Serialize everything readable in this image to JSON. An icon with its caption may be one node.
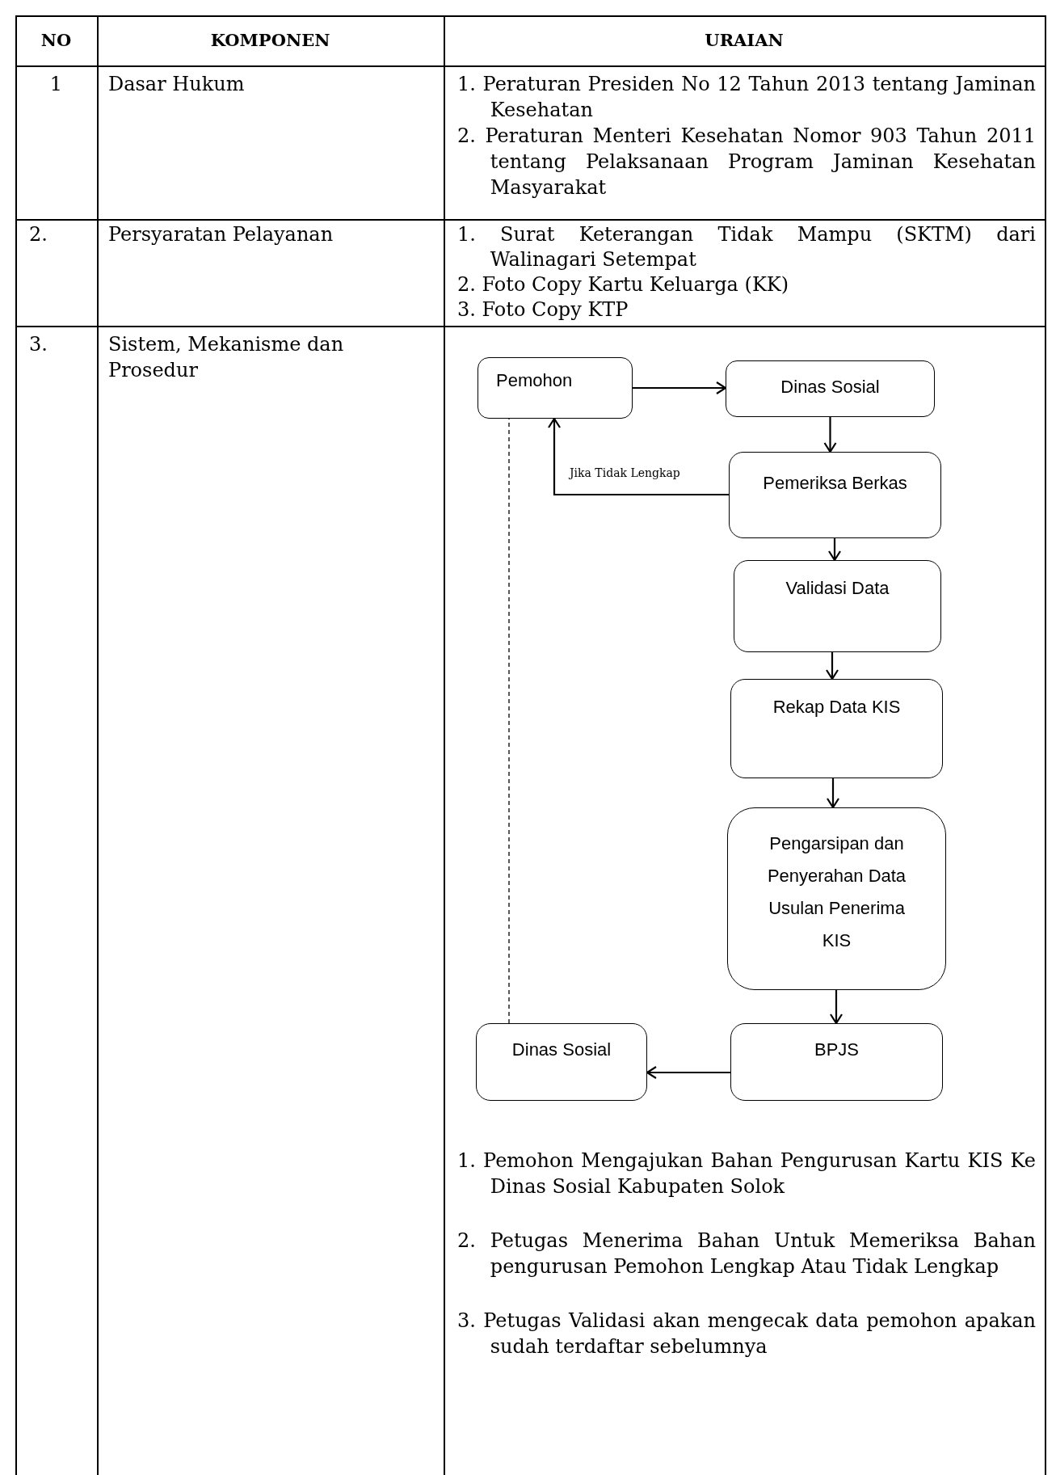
{
  "diagram": {
    "nodes": [
      {
        "text": [
          "Pemohon"
        ]
      },
      {
        "text": [
          "Dinas Sosial"
        ]
      },
      {
        "text": [
          "Pemeriksa Berkas"
        ]
      },
      {
        "text": [
          "Validasi Data"
        ]
      },
      {
        "text": [
          "Rekap Data KIS"
        ]
      },
      {
        "text": [
          "Pengarsipan dan Penyerahan Data Usulan Penerima KIS"
        ]
      },
      {
        "text": [
          "BPJS"
        ]
      },
      {
        "text": [
          "Dinas Sosial"
        ]
      }
    ],
    "edges": [
      {
        "from": 0,
        "to": 1,
        "arrow": "to"
      },
      {
        "from": 1,
        "to": 2,
        "arrow": "to"
      },
      {
        "from": 2,
        "to": 3,
        "arrow": "to"
      },
      {
        "from": 3,
        "to": 4,
        "arrow": "to"
      },
      {
        "from": 4,
        "to": 5,
        "arrow": "to"
      },
      {
        "from": 5,
        "to": 6,
        "arrow": "to"
      },
      {
        "from": 6,
        "to": 7,
        "arrow": "to"
      },
      {
        "from": 2,
        "to": 0,
        "arrow": "to",
        "label": "Jika Tidak Lengkap"
      },
      {
        "from": 7,
        "to": 0,
        "arrow": "none",
        "style": "dashed"
      }
    ],
    "labels": [
      "NO",
      "KOMPONEN",
      "URAIAN",
      "1",
      "Dasar Hukum",
      "1. Peraturan Presiden No 12 Tahun 2013 tentang Jaminan Kesehatan",
      "2. Peraturan Menteri Kesehatan Nomor 903 Tahun 2011 tentang Pelaksanaan Program Jaminan Kesehatan Masyarakat",
      "2.",
      "Persyaratan Pelayanan",
      "1. Surat Keterangan Tidak Mampu (SKTM) dari Walinagari Setempat",
      "2. Foto Copy Kartu Keluarga (KK)",
      "3. Foto Copy KTP",
      "3.",
      "Sistem, Mekanisme dan Prosedur",
      "1. Pemohon Mengajukan Bahan Pengurusan Kartu KIS Ke Dinas Sosial Kabupaten Solok",
      "2. Petugas Menerima Bahan Untuk Memeriksa Bahan pengurusan Pemohon Lengkap Atau Tidak Lengkap",
      "3. Petugas Validasi akan mengecak data pemohon apakan sudah terdaftar sebelumnya"
    ]
  }
}
